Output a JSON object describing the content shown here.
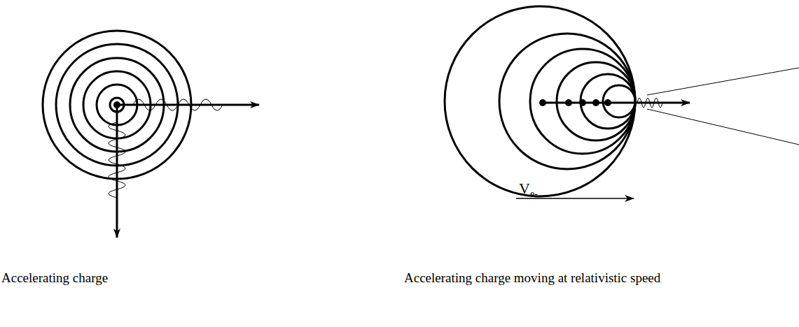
{
  "diagram": {
    "labels": [
      "Accelerating charge",
      "Accelerating charge moving at relativistic speed",
      "V",
      "e-"
    ]
  }
}
